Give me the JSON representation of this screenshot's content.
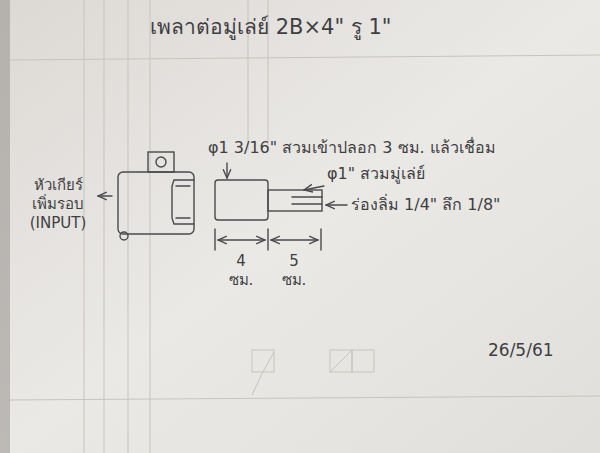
{
  "diagram": {
    "title": "เพลาต่อมู่เล่ย์ 2B×4\" รู 1\"",
    "labels": [
      "φ1 3/16\" สวมเข้าปลอก 3 ซม. แล้วเชื่อม",
      "φ1\" สวมมู่เล่ย์",
      "ร่องลิ่ม 1/4\" ลึก 1/8\"",
      "หัวเกียร์ เพิ่มรอบ (INPUT)",
      "4 ซม.",
      "5 ซม.",
      "26/5/61"
    ]
  }
}
